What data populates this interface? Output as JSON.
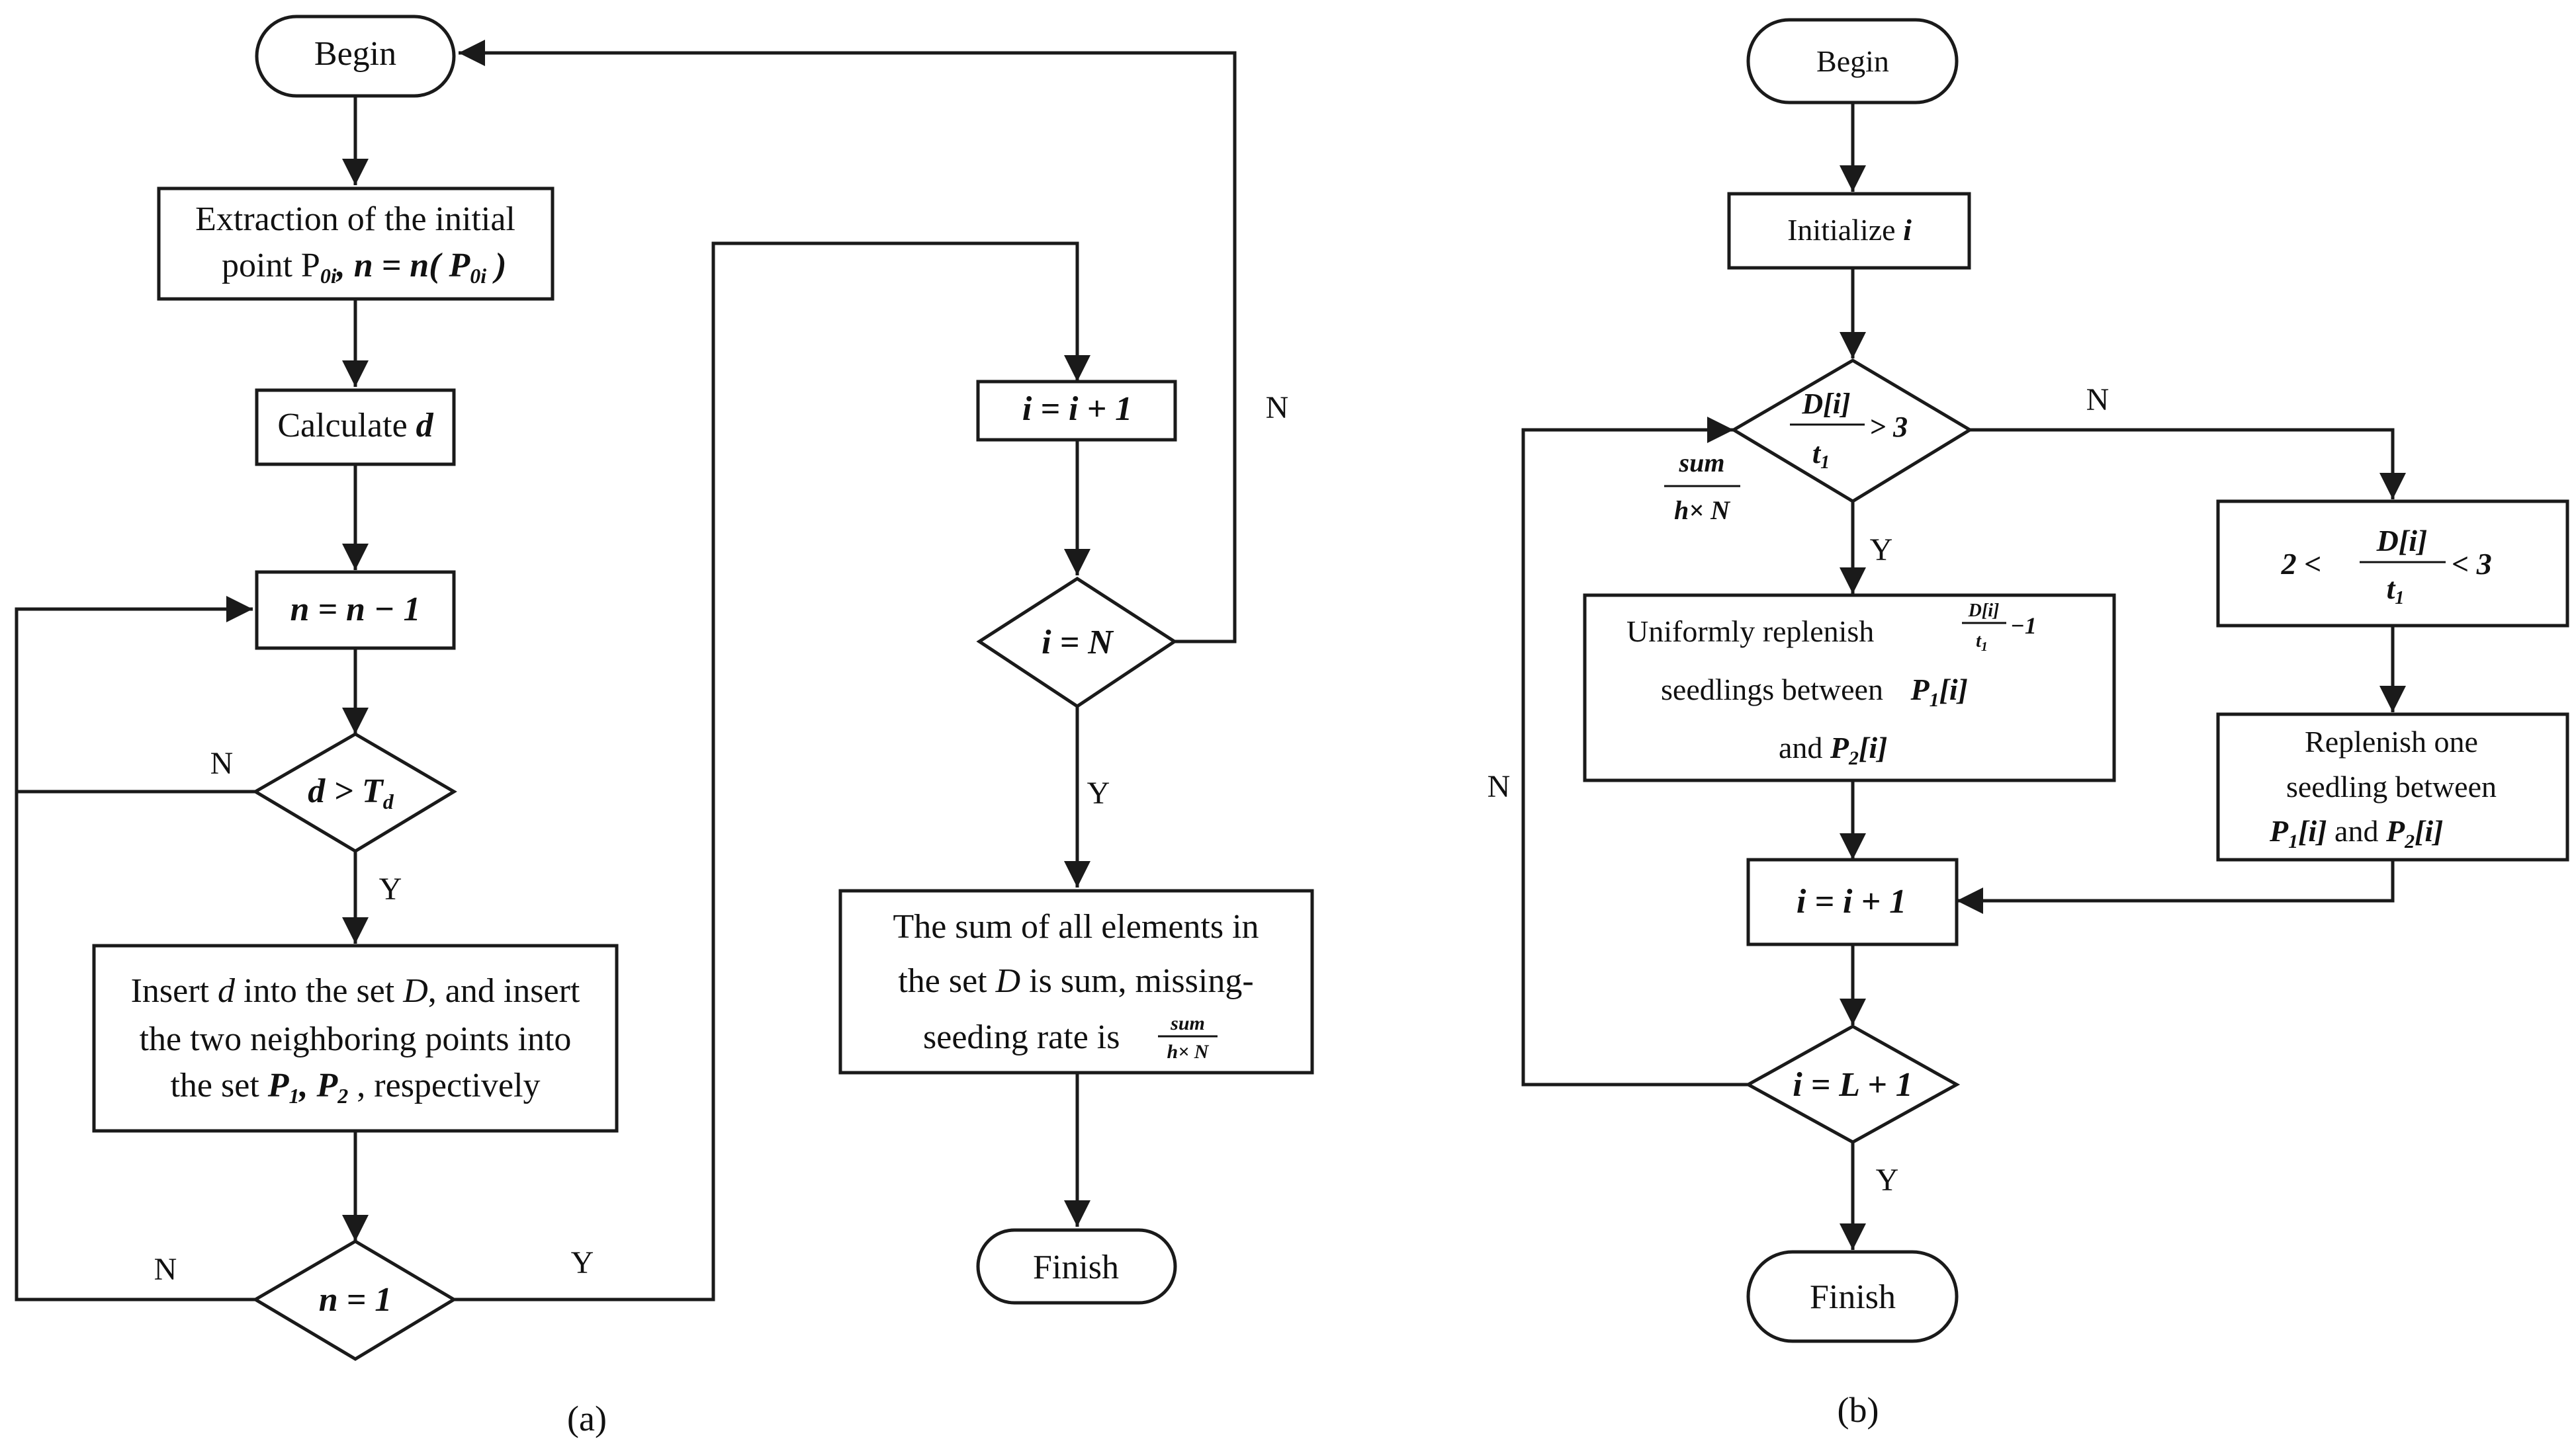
{
  "panel_a": {
    "caption": "(a)",
    "begin": "Begin",
    "extract_l1": "Extraction of the initial",
    "extract_l2": "point P",
    "extract_sub1": "0i",
    "extract_mid": ", n = n( P",
    "extract_sub2": "0i",
    "extract_end": " )",
    "calc": "Calculate ",
    "calc_var": "d",
    "dec_n": "n = n − 1",
    "cond_d": "d > T",
    "cond_d_sub": "d",
    "insert_l1a": "Insert ",
    "insert_l1b": "d",
    "insert_l1c": " into the set ",
    "insert_l1d": "D",
    "insert_l1e": ", and insert",
    "insert_l2": "the two neighboring points into",
    "insert_l3a": "the set ",
    "insert_l3b": "P",
    "insert_l3c": "1",
    "insert_l3d": ", P",
    "insert_l3e": "2",
    "insert_l3f": " , respectively",
    "cond_n1": "n = 1",
    "inc_i": "i = i + 1",
    "cond_iN": "i = N",
    "sum_l1": "The sum of all elements in",
    "sum_l2a": "the set ",
    "sum_l2b": "D",
    "sum_l2c": " is sum, missing-",
    "sum_l3": "seeding rate is ",
    "frac_num": "sum",
    "frac_den": "h× N",
    "finish": "Finish",
    "yes": "Y",
    "no": "N"
  },
  "panel_b": {
    "caption": "(b)",
    "begin": "Begin",
    "init": "Initialize ",
    "init_var": "i",
    "cond_num": "D[i]",
    "cond_den": "t",
    "cond_den_sub": "1",
    "cond_rhs": "> 3",
    "side_num": "sum",
    "side_den": "h× N",
    "range_lhs": "2 <",
    "range_num": "D[i]",
    "range_den": "t",
    "range_den_sub": "1",
    "range_rhs": "< 3",
    "rep_uni_l1": "Uniformly replenish ",
    "rep_uni_num": "D[i]",
    "rep_uni_den": "t",
    "rep_uni_den_sub": "1",
    "rep_uni_tail": "−1",
    "rep_uni_l2": "seedlings between ",
    "rep_uni_l2v": "P",
    "rep_uni_l2s": "1",
    "rep_uni_l2i": "[i]",
    "rep_uni_l3": "and ",
    "rep_uni_l3v": "P",
    "rep_uni_l3s": "2",
    "rep_uni_l3i": "[i]",
    "rep_one_l1": "Replenish  one",
    "rep_one_l2": "seedling  between",
    "rep_one_l3v1": "P",
    "rep_one_l3s1": "1",
    "rep_one_l3i1": "[i]",
    "rep_one_l3m": " and ",
    "rep_one_l3v2": "P",
    "rep_one_l3s2": "2",
    "rep_one_l3i2": "[i]",
    "inc_i": "i = i + 1",
    "cond_L": "i = L + 1",
    "finish": "Finish",
    "yes": "Y",
    "no": "N"
  }
}
